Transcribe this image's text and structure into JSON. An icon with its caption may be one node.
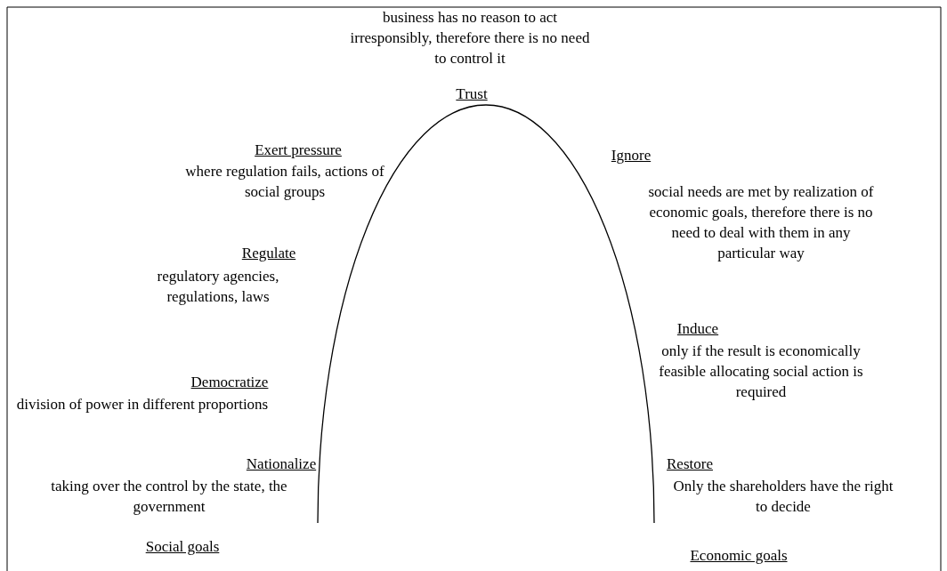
{
  "diagram": {
    "labels": [
      "business has no reason to act irresponsibly, therefore there is no need to control it",
      "Trust",
      "Exert pressure",
      "where regulation fails, actions of social groups",
      "Ignore",
      "social needs are met by realization of economic goals, therefore there is no need to deal with them in any particular way",
      "Regulate",
      "regulatory agencies, regulations, laws",
      "Induce",
      "only if the result is economically feasible allocating social action is required",
      "Democratize",
      "division of power in different proportions",
      "Nationalize",
      "taking over the control by the state, the government",
      "Restore",
      "Only the shareholders have the right to decide",
      "Social goals",
      "Economic goals"
    ]
  }
}
